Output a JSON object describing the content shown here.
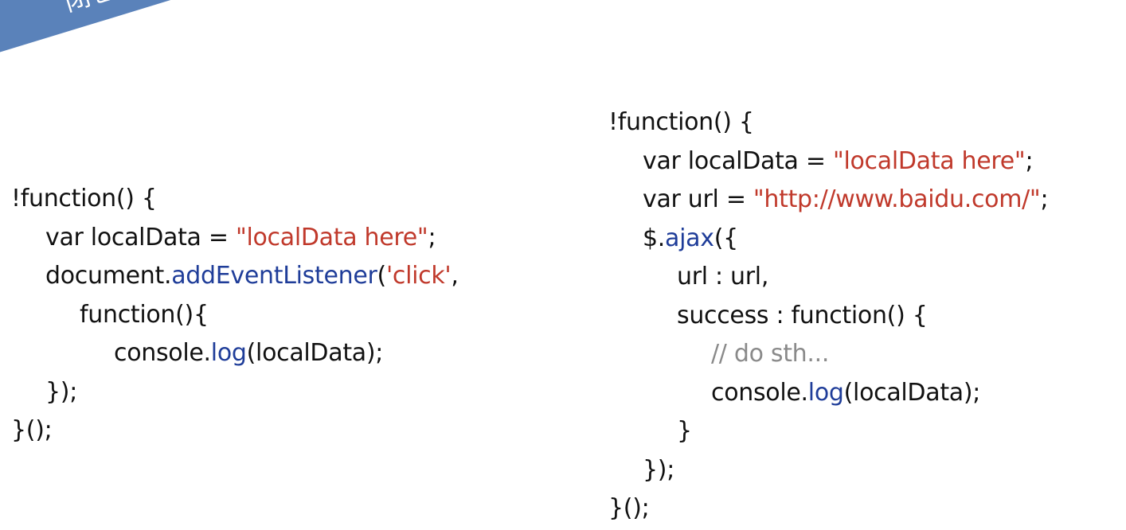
{
  "slide": {
    "banner_title": "闭包-无处不在",
    "colors": {
      "banner": "#5a82ba",
      "string": "#c0392b",
      "method": "#1f3d99",
      "comment": "#8a8a8a",
      "text": "#111111"
    }
  },
  "left_code": {
    "lines": [
      {
        "indent": 0,
        "tokens": [
          {
            "t": "!function() {",
            "k": "plain"
          }
        ]
      },
      {
        "indent": 1,
        "tokens": [
          {
            "t": "var localData = ",
            "k": "plain"
          },
          {
            "t": "\"localData here\"",
            "k": "string"
          },
          {
            "t": ";",
            "k": "plain"
          }
        ]
      },
      {
        "indent": 1,
        "tokens": [
          {
            "t": "document.",
            "k": "plain"
          },
          {
            "t": "addEventListener",
            "k": "method"
          },
          {
            "t": "(",
            "k": "plain"
          },
          {
            "t": "'click'",
            "k": "string"
          },
          {
            "t": ",",
            "k": "plain"
          }
        ]
      },
      {
        "indent": 2,
        "tokens": [
          {
            "t": "function(){",
            "k": "plain"
          }
        ]
      },
      {
        "indent": 3,
        "tokens": [
          {
            "t": "console.",
            "k": "plain"
          },
          {
            "t": "log",
            "k": "method"
          },
          {
            "t": "(localData);",
            "k": "plain"
          }
        ]
      },
      {
        "indent": 1,
        "tokens": [
          {
            "t": "});",
            "k": "plain"
          }
        ]
      },
      {
        "indent": 0,
        "tokens": [
          {
            "t": "}();",
            "k": "plain"
          }
        ]
      }
    ]
  },
  "right_code": {
    "lines": [
      {
        "indent": 0,
        "tokens": [
          {
            "t": "!function() {",
            "k": "plain"
          }
        ]
      },
      {
        "indent": 1,
        "tokens": [
          {
            "t": "var localData = ",
            "k": "plain"
          },
          {
            "t": "\"localData here\"",
            "k": "string"
          },
          {
            "t": ";",
            "k": "plain"
          }
        ]
      },
      {
        "indent": 1,
        "tokens": [
          {
            "t": "var url = ",
            "k": "plain"
          },
          {
            "t": "\"http://www.baidu.com/\"",
            "k": "string"
          },
          {
            "t": ";",
            "k": "plain"
          }
        ]
      },
      {
        "indent": 1,
        "tokens": [
          {
            "t": "$.",
            "k": "plain"
          },
          {
            "t": "ajax",
            "k": "method"
          },
          {
            "t": "({",
            "k": "plain"
          }
        ]
      },
      {
        "indent": 2,
        "tokens": [
          {
            "t": "url : url,",
            "k": "plain"
          }
        ]
      },
      {
        "indent": 2,
        "tokens": [
          {
            "t": "success : function() {",
            "k": "plain"
          }
        ]
      },
      {
        "indent": 3,
        "tokens": [
          {
            "t": "// do sth...",
            "k": "comment"
          }
        ]
      },
      {
        "indent": 3,
        "tokens": [
          {
            "t": "console.",
            "k": "plain"
          },
          {
            "t": "log",
            "k": "method"
          },
          {
            "t": "(localData);",
            "k": "plain"
          }
        ]
      },
      {
        "indent": 2,
        "tokens": [
          {
            "t": "}",
            "k": "plain"
          }
        ]
      },
      {
        "indent": 1,
        "tokens": [
          {
            "t": "});",
            "k": "plain"
          }
        ]
      },
      {
        "indent": 0,
        "tokens": [
          {
            "t": "}();",
            "k": "plain"
          }
        ]
      }
    ]
  }
}
